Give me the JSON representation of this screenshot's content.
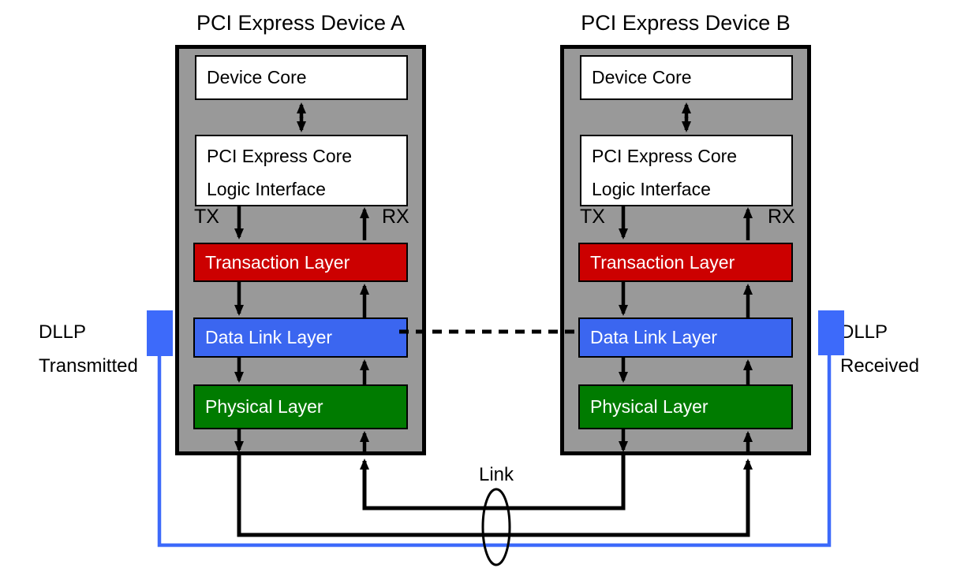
{
  "devices": [
    {
      "title": "PCI Express Device A",
      "core": "Device Core",
      "logic_line1": "PCI Express Core",
      "logic_line2": "Logic Interface",
      "tx": "TX",
      "rx": "RX",
      "layers": [
        {
          "label": "Transaction Layer"
        },
        {
          "label": "Data Link Layer"
        },
        {
          "label": "Physical Layer"
        }
      ]
    },
    {
      "title": "PCI Express Device B",
      "core": "Device Core",
      "logic_line1": "PCI Express Core",
      "logic_line2": "Logic Interface",
      "tx": "TX",
      "rx": "RX",
      "layers": [
        {
          "label": "Transaction Layer"
        },
        {
          "label": "Data Link Layer"
        },
        {
          "label": "Physical Layer"
        }
      ]
    }
  ],
  "labels": {
    "dllp_transmitted_line1": "DLLP",
    "dllp_transmitted_line2": "Transmitted",
    "dllp_received_line1": "DLLP",
    "dllp_received_line2": "Received",
    "link": "Link"
  },
  "colors": {
    "panel_gray": "#999999",
    "transaction_red": "#CC0000",
    "data_link_blue": "#3B66F0",
    "physical_green": "#007B00",
    "dllp_blue": "#3D6AFA",
    "wire_black": "#000000"
  }
}
